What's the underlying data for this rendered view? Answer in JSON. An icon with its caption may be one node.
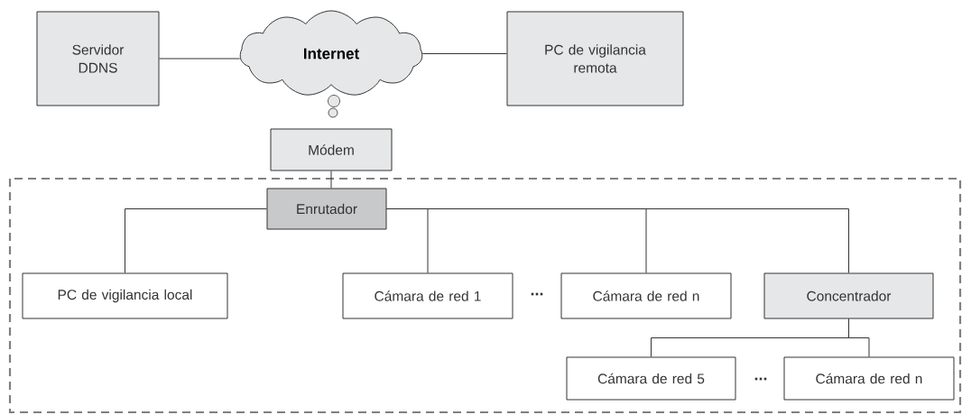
{
  "diagram": {
    "nodes": [
      {
        "text": [
          "Servidor DDNS"
        ]
      },
      {
        "text": [
          "Internet"
        ]
      },
      {
        "text": [
          "PC de vigilancia remota"
        ]
      },
      {
        "text": [
          "Módem"
        ]
      },
      {
        "text": [
          "Enrutador"
        ]
      },
      {
        "text": [
          "PC de vigilancia local"
        ]
      },
      {
        "text": [
          "Cámara de red 1"
        ]
      },
      {
        "text": [
          "Cámara de red n"
        ]
      },
      {
        "text": [
          "Concentrador"
        ]
      },
      {
        "text": [
          "Cámara de red 5"
        ]
      },
      {
        "text": [
          "Cámara de red n"
        ]
      }
    ],
    "edges": [
      {
        "from": 0,
        "to": 1,
        "arrow": "none"
      },
      {
        "from": 1,
        "to": 2,
        "arrow": "none"
      },
      {
        "from": 3,
        "to": 4,
        "arrow": "none"
      },
      {
        "from": 4,
        "to": 5,
        "arrow": "none"
      },
      {
        "from": 4,
        "to": 6,
        "arrow": "none"
      },
      {
        "from": 4,
        "to": 7,
        "arrow": "none"
      },
      {
        "from": 4,
        "to": 8,
        "arrow": "none"
      },
      {
        "from": 8,
        "to": 9,
        "arrow": "none"
      },
      {
        "from": 8,
        "to": 10,
        "arrow": "none"
      }
    ],
    "labels": [
      "...",
      "..."
    ]
  }
}
